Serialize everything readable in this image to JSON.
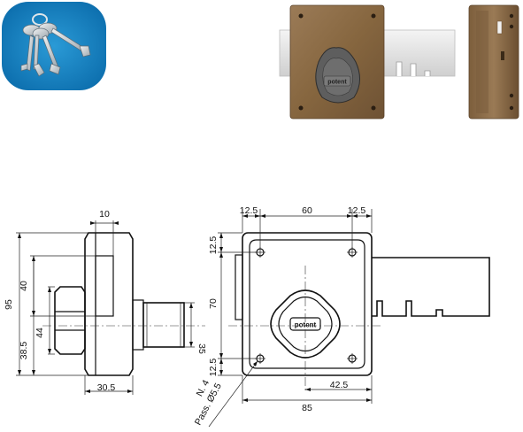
{
  "side_view": {
    "dim_top_10": "10",
    "dim_95": "95",
    "dim_40": "40",
    "dim_44": "44",
    "dim_38_5": "38.5",
    "dim_30_5": "30.5",
    "dim_35": "35"
  },
  "front_view": {
    "dim_12_5_left": "12.5",
    "dim_60": "60",
    "dim_12_5_right": "12.5",
    "dim_12_5_top_side": "12.5",
    "dim_70": "70",
    "dim_12_5_bottom_side": "12.5",
    "dim_42_5": "42.5",
    "dim_85": "85",
    "note_holes": "N. 4",
    "note_pass": "Pass. Ø5.5",
    "knob_brand": "potent"
  },
  "photo": {
    "knob_brand": "potent"
  },
  "colors": {
    "photo_bg": "#1a86c4",
    "lock_bronze": "#8a6a48",
    "bolt_metal": "#e8e8e8",
    "knob_gray": "#5a5a5a"
  }
}
